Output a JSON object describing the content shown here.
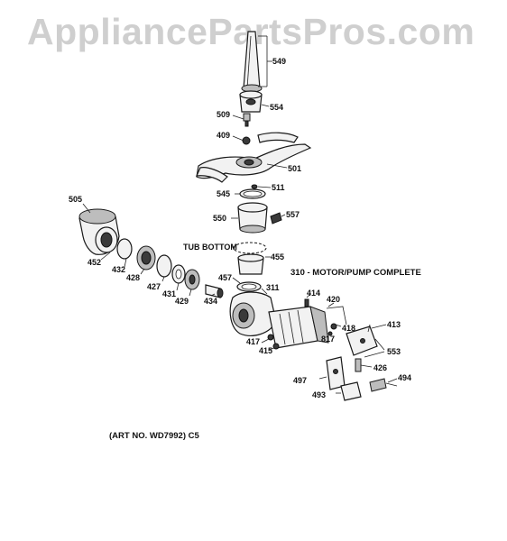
{
  "watermark": "AppliancePartsPros.com",
  "art_note": "(ART NO. WD7992) C5",
  "labels": {
    "549": "549",
    "554": "554",
    "509": "509",
    "409": "409",
    "501": "501",
    "545": "545",
    "511": "511",
    "550": "550",
    "557": "557",
    "505": "505",
    "tub_bottom": "TUB BOTTOM",
    "455": "455",
    "310": "310 - MOTOR/PUMP COMPLETE",
    "452": "452",
    "432": "432",
    "428": "428",
    "427": "427",
    "431": "431",
    "429": "429",
    "457": "457",
    "434": "434",
    "311": "311",
    "414": "414",
    "420": "420",
    "413": "413",
    "418": "418",
    "817": "817",
    "417": "417",
    "415": "415",
    "553": "553",
    "426": "426",
    "497": "497",
    "494": "494",
    "493": "493"
  }
}
